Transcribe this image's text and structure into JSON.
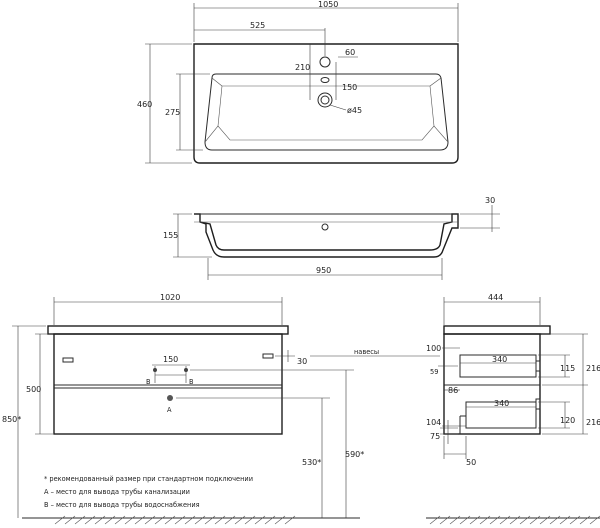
{
  "top_view": {
    "overall_width": "1050",
    "half_width": "525",
    "depth": "460",
    "bowl_depth": "275",
    "tap_offset": "210",
    "tap_diameter": "60",
    "drain_offset": "150",
    "drain_diameter": "ø45"
  },
  "section_view": {
    "rim_thickness": "30",
    "bowl_height": "155",
    "bowl_width": "950"
  },
  "front_view": {
    "cabinet_width": "1020",
    "cabinet_height": "500",
    "pipe_spacing": "150",
    "hinge_offset": "30",
    "hinges_label": "навесы",
    "mark_b_left": "B",
    "mark_b_right": "B",
    "mark_a": "A",
    "drain_height": "530*",
    "water_height": "590*",
    "total_height": "850*"
  },
  "side_view": {
    "cabinet_depth": "444",
    "top_drawer_offset": "100",
    "top_inner_width": "340",
    "hinge_offset": "59",
    "top_inner_height": "115",
    "top_outer_height": "216",
    "middle_gap": "86",
    "bottom_inner_width": "340",
    "bottom_offset": "104",
    "bottom_inner_height": "120",
    "bottom_outer_height": "216",
    "plinth_height": "75",
    "back_gap": "50"
  },
  "notes": [
    "* рекомендованный размер при стандартном подключении",
    "А – место для вывода трубы канализации",
    "B – место для вывода трубы водоснабжения"
  ]
}
